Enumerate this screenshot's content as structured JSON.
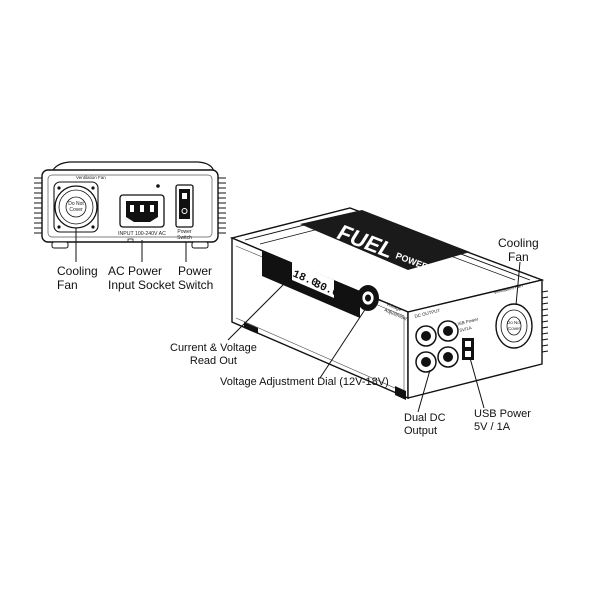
{
  "back_panel": {
    "fan_header": "Ventilation Fan",
    "fan_warning_line1": "Do Not",
    "fan_warning_line2": "Cover",
    "input_rating": "INPUT 100-240V AC",
    "switch_label_line1": "Power",
    "switch_label_line2": "Switch"
  },
  "unit": {
    "brand": "FUEL",
    "title": "POWER SUPPLY",
    "display_left": "18.0",
    "display_right": "30.0",
    "dial_label_line1": "Voltage",
    "dial_label_line2": "Adjustment",
    "dc_output": "DC OUTPUT",
    "usb_label_line1": "USB Power",
    "usb_label_line2": "5V/1A",
    "side_fan_header": "Ventilation Fan",
    "side_fan_warning_line1": "Do Not",
    "side_fan_warning_line2": "Cover"
  },
  "callouts": {
    "cooling_fan_left": [
      "Cooling",
      "Fan"
    ],
    "ac_power": [
      "AC Power",
      "Input Socket"
    ],
    "power_switch": [
      "Power",
      "Switch"
    ],
    "cooling_fan_right": [
      "Cooling",
      "Fan"
    ],
    "readout": [
      "Current & Voltage",
      "Read Out"
    ],
    "dial": "Voltage Adjustment Dial (12V-18V)",
    "dual_dc": [
      "Dual DC",
      "Output"
    ],
    "usb_power": [
      "USB Power",
      "5V / 1A"
    ]
  }
}
